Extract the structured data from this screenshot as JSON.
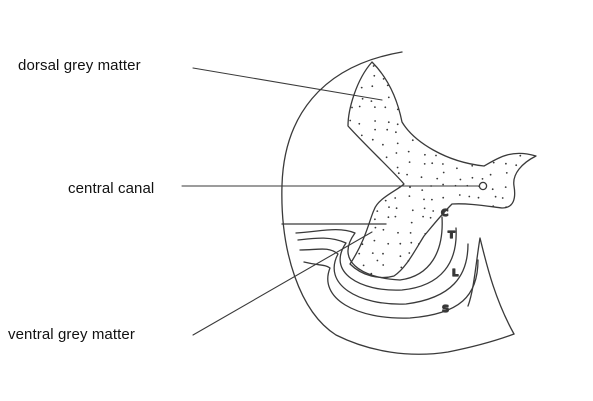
{
  "labels": {
    "dorsal": "dorsal grey matter",
    "central": "central canal",
    "ventral": "ventral grey matter"
  },
  "segment_letters": [
    "C",
    "T",
    "L",
    "S"
  ],
  "colors": {
    "ink": "#3a3a3a",
    "text": "#111111",
    "background": "#ffffff"
  }
}
